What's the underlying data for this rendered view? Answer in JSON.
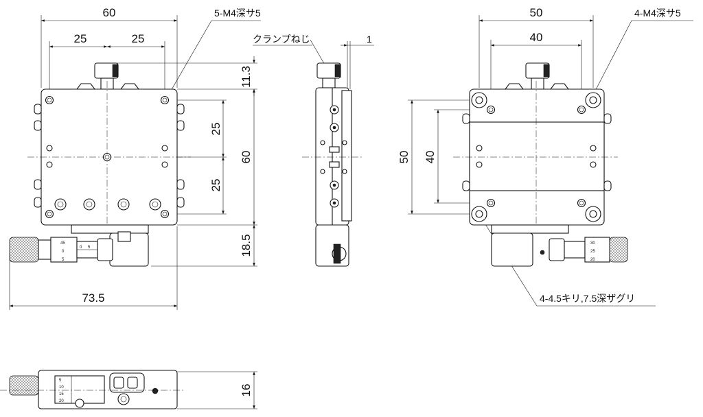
{
  "labels": {
    "front_width": "60",
    "front_pitch_left": "25",
    "front_pitch_right": "25",
    "front_tap_note": "5-M4深サ5",
    "front_knob_offset": "11.3",
    "front_vpitch_top": "25",
    "front_vpitch_bottom": "25",
    "front_height": "60",
    "front_micrometer_offset": "18.5",
    "front_total_width": "73.5",
    "side_clamp_label": "クランプねじ",
    "side_gap": "1",
    "back_width": "50",
    "back_inner_width": "40",
    "back_tap_note": "4-M4深サ5",
    "back_height": "50",
    "back_inner_height": "40",
    "back_counterbore_note": "4-4.5キリ,7.5深ザグリ",
    "bottom_thickness": "16"
  },
  "micrometer_scales": {
    "front": [
      "45",
      "0",
      "5",
      "0",
      "5"
    ],
    "back": [
      "30",
      "25",
      "20"
    ],
    "bottom": [
      "5",
      "10",
      "15",
      "20"
    ]
  }
}
